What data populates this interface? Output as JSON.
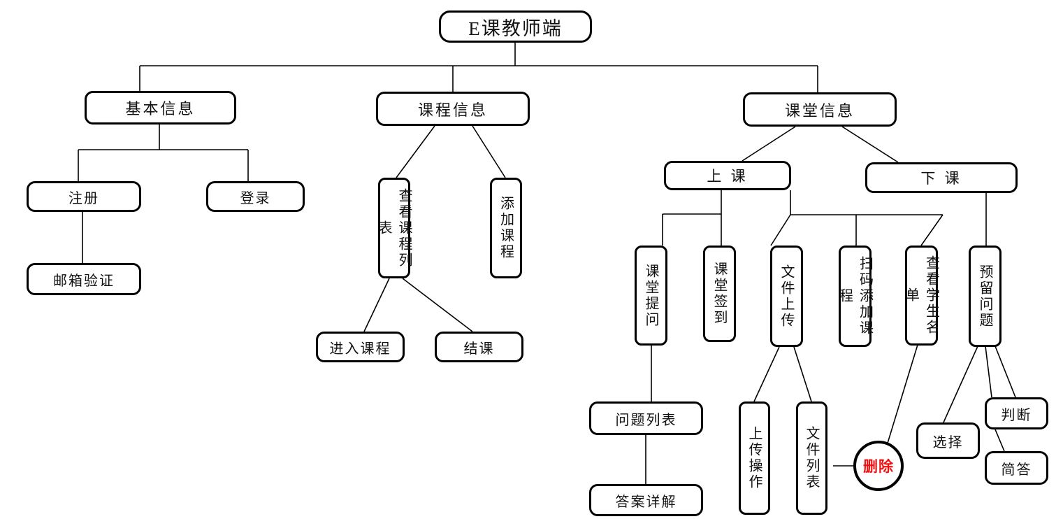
{
  "diagram": {
    "title": "E课教师端",
    "type": "tree-diagram",
    "theme": {
      "background": "#ffffff",
      "node_border": "#000000",
      "node_fill": "#ffffff",
      "text": "#111111",
      "accent_delete": "#ee1111"
    },
    "nodes": {
      "root": "E课教师端",
      "basic_info": "基本信息",
      "course_info": "课程信息",
      "class_info": "课堂信息",
      "register": "注册",
      "login": "登录",
      "email_verify": "邮箱验证",
      "view_course_list": "查看课程列表",
      "add_course": "添加课程",
      "enter_course": "进入课程",
      "end_course": "结课",
      "class_start": "上 课",
      "class_end": "下 课",
      "class_question": "课堂提问",
      "class_signin": "课堂签到",
      "file_upload": "文件上传",
      "scan_add_course": "扫码添加课程",
      "view_student_list": "查看学生名单",
      "reserved_question": "预留问题",
      "question_list": "问题列表",
      "answer_detail": "答案详解",
      "upload_action": "上传操作",
      "file_list": "文件列表",
      "delete": "删除",
      "choice": "选择",
      "judge": "判断",
      "short_answer": "简答"
    }
  }
}
